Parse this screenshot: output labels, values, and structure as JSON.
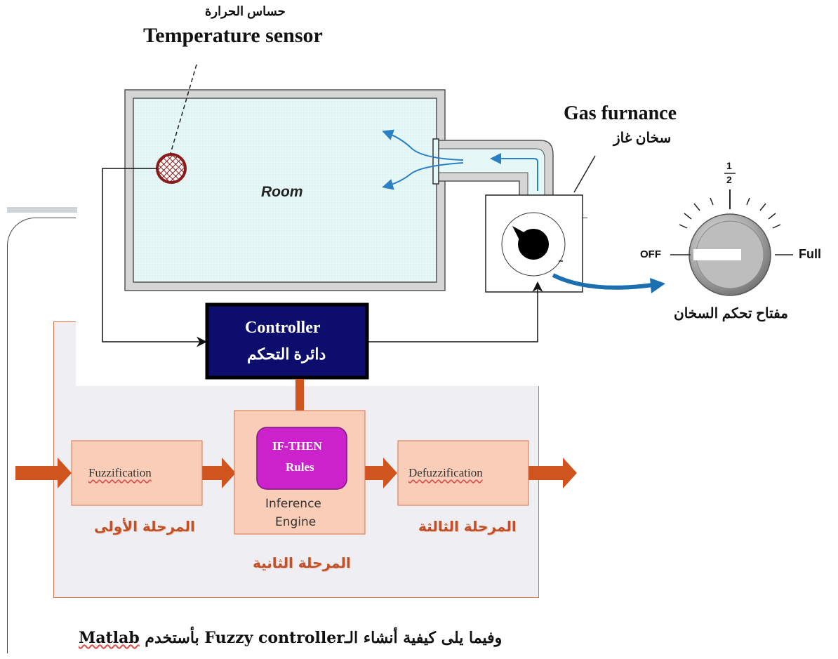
{
  "sensor": {
    "label_ar": "حساس الحرارة",
    "label_en": "Temperature sensor"
  },
  "room": {
    "label": "Room"
  },
  "furnace": {
    "label_en": "Gas furnance",
    "label_ar": "سخان غاز"
  },
  "knob": {
    "fraction_num": "1",
    "fraction_den": "2",
    "off_label": "OFF",
    "full_label": "Full",
    "caption_ar": "مفتاح تحكم السخان"
  },
  "controller": {
    "label_en": "Controller",
    "label_ar": "دائرة التحكم"
  },
  "fuzzy": {
    "fuzzification": "Fuzzification",
    "rules_line1": "IF-THEN",
    "rules_line2": "Rules",
    "inference_line1": "Inference",
    "inference_line2": "Engine",
    "defuzzification": "Defuzzification",
    "stage1": "المرحلة الأولى",
    "stage2": "المرحلة الثانية",
    "stage3": "المرحلة الثالثة"
  },
  "footer": {
    "text_prefix": "وفيما يلى كيفية أنشاء الـ",
    "text_en": "Fuzzy controller",
    "text_mid": " بأستخدم ",
    "text_matlab": "Matlab"
  },
  "colors": {
    "controller_fill": "#0d0d6e",
    "rules_fill": "#cc22cc",
    "arrow": "#d0541e",
    "stage_box": "#f9cdb8",
    "panel_bg": "#eeeef3",
    "room_fill": "#e6f7f7",
    "flow_blue": "#2b7fc4"
  }
}
